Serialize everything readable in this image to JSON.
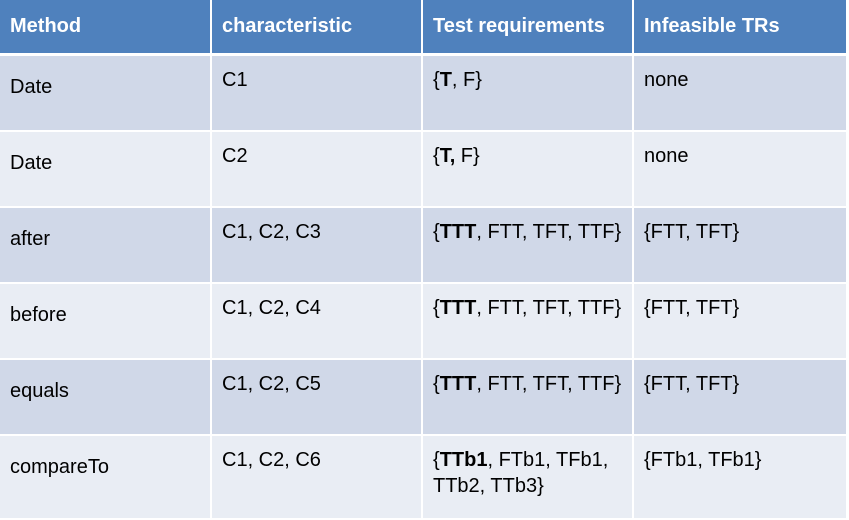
{
  "header": {
    "method": "Method",
    "characteristic": "characteristic",
    "test_requirements": "Test requirements",
    "infeasible": "Infeasible TRs"
  },
  "rows": [
    {
      "method": "Date",
      "characteristic": "C1",
      "tr_open": "{",
      "tr_bold": "T",
      "tr_rest": ", F}",
      "infeasible": "none"
    },
    {
      "method": "Date",
      "characteristic": "C2",
      "tr_open": "{",
      "tr_bold": "T,",
      "tr_rest": " F}",
      "infeasible": "none"
    },
    {
      "method": "after",
      "characteristic": "C1, C2, C3",
      "tr_open": "{",
      "tr_bold": "TTT",
      "tr_rest": ", FTT, TFT, TTF}",
      "infeasible": "{FTT, TFT}"
    },
    {
      "method": "before",
      "characteristic": "C1, C2, C4",
      "tr_open": "{",
      "tr_bold": "TTT",
      "tr_rest": ", FTT, TFT, TTF}",
      "infeasible": "{FTT, TFT}"
    },
    {
      "method": "equals",
      "characteristic": "C1, C2, C5",
      "tr_open": "{",
      "tr_bold": "TTT",
      "tr_rest": ", FTT, TFT, TTF}",
      "infeasible": "{FTT, TFT}"
    },
    {
      "method": "compareTo",
      "characteristic": "C1, C2, C6",
      "tr_open": "{",
      "tr_bold": "TTb1",
      "tr_rest": ", FTb1, TFb1, TTb2, TTb3}",
      "infeasible": "{FTb1, TFb1}"
    }
  ],
  "colors": {
    "header_bg": "#4f81bd",
    "row_odd_bg": "#d0d8e8",
    "row_even_bg": "#e9edf4"
  }
}
